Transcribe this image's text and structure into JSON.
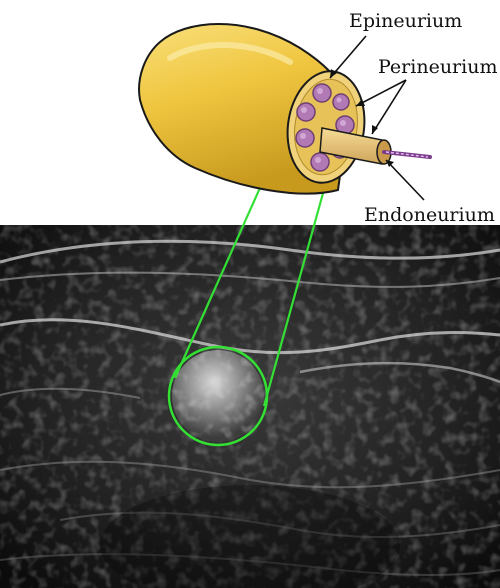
{
  "labels": {
    "epineurium": "Epineurium",
    "perineurium": "Perineurium",
    "endoneurium": "Endoneurium"
  },
  "colors": {
    "nerve_body": "#f0c640",
    "nerve_highlight": "#f8df7a",
    "nerve_shadow": "#c79a1e",
    "fascicle": "#b27ab5",
    "zoom_outline": "#33e033",
    "ultrasound_background": "#141414"
  }
}
